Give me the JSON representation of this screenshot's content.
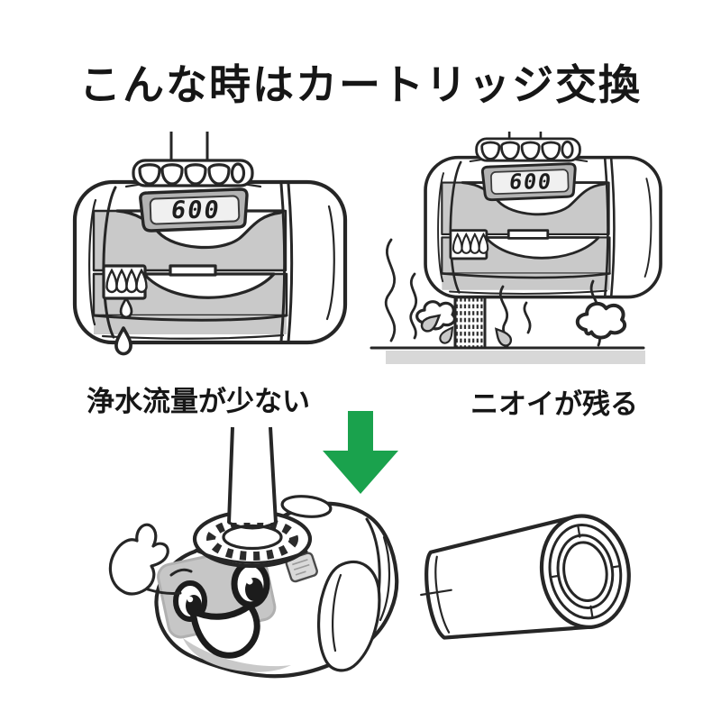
{
  "title": "こんな時はカートリッジ交換",
  "panels": {
    "left": {
      "caption": "浄水流量が少ない",
      "lcd_value": "600"
    },
    "right": {
      "caption": "ニオイが残る",
      "lcd_value": "600"
    }
  },
  "arrow": {
    "color": "#1aa24d",
    "direction": "down"
  },
  "colors": {
    "outline": "#262626",
    "shade": "#c9c9c9",
    "ground": "#d8d8d8",
    "background": "#ffffff"
  }
}
